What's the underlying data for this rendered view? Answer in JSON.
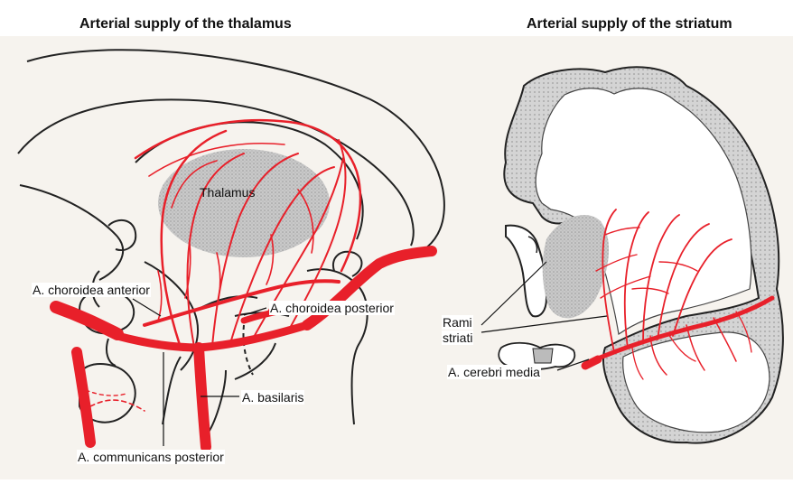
{
  "titles": {
    "thalamus": "Arterial supply of the thalamus",
    "striatum": "Arterial supply of the striatum"
  },
  "labels": {
    "thalamus": "Thalamus",
    "choroidea_anterior": "A. choroidea anterior",
    "choroidea_posterior": "A. choroidea posterior",
    "basilaris": "A. basilaris",
    "communicans_posterior": "A. communicans posterior",
    "rami_striati_line1": "Rami",
    "rami_striati_line2": "striati",
    "cerebri_media": "A. cerebri media"
  },
  "colors": {
    "artery": "#e8202a",
    "outline": "#222222",
    "shading": "#b8b8b8",
    "paper": "#f4f1ec"
  }
}
